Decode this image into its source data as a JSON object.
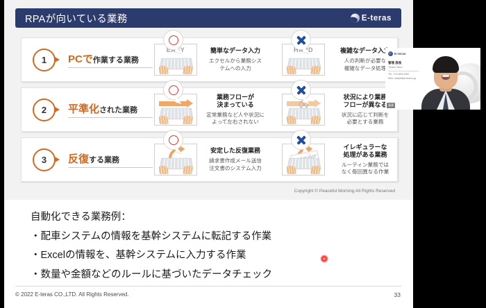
{
  "slide": {
    "title": "RPAが向いている業務",
    "brand": "E-teras",
    "diagram_copyright": "Copyright © Peaceful Morning All Rights Reserved",
    "rows": [
      {
        "number": "1",
        "heading_highlight": "PCで",
        "heading_rest": "作業する業務",
        "good": {
          "mark": "circle-mark",
          "kb_label": "EASY",
          "title": "簡単なデータ入力",
          "body": "エクセルから業務シス\nテムへの入力"
        },
        "bad": {
          "mark": "cross-mark",
          "kb_label": "HARD",
          "title": "複雑なデータ入力",
          "body": "人の判断が必要な\n複雑なデータ処理"
        }
      },
      {
        "number": "2",
        "heading_highlight": "平準化",
        "heading_rest": "された業務",
        "good": {
          "mark": "circle-mark",
          "kb_label": "",
          "title": "業務フローが\n決まっている",
          "body": "定常業務など人や状況に\nよって左右されない"
        },
        "bad": {
          "mark": "cross-mark",
          "kb_label": "",
          "title": "状況により業務\nフローが異なる",
          "body": "状況に応じて判断を\n必要とする業務"
        }
      },
      {
        "number": "3",
        "heading_highlight": "反復",
        "heading_rest": "する業務",
        "good": {
          "mark": "circle-mark",
          "kb_label": "",
          "title": "安定した反復業務",
          "body": "請求書作成メール送信\n注文書のシステム入力"
        },
        "bad": {
          "mark": "cross-mark",
          "kb_label": "irregular",
          "title": "イレギュラーな\n処理がある業務",
          "body": "ルーティン業務では\nなく毎回異なる作業"
        }
      }
    ],
    "bullets": {
      "title": "自動化できる業務例：",
      "items": [
        "・配車システムの情報を基幹システムに転記する作業",
        "・Excelの情報を、基幹システムに入力する作業",
        "・数量や金額などのルールに基づいたデータチェック"
      ]
    },
    "footer": {
      "copyright": "© 2022 E-teras CO.,LTD. All Rights Reserved.",
      "page": "33"
    }
  },
  "webcam": {
    "card_brand": "E-teras",
    "card_name": "管理 部長",
    "card_name_en": "Tanaka Takuo",
    "card_line1": "TEL : 070-0000-0000",
    "card_line2": "MAIL: sample@e-teras.co.jp",
    "tag": "発表"
  },
  "colors": {
    "title_bar": "#2c3b6e",
    "accent_orange": "#d2691e",
    "mark_circle_red": "#e03a3a",
    "mark_cross_blue": "#1f4e9c",
    "slide_top_bg": "#f2f2f2",
    "laser_red": "#ff2020"
  }
}
